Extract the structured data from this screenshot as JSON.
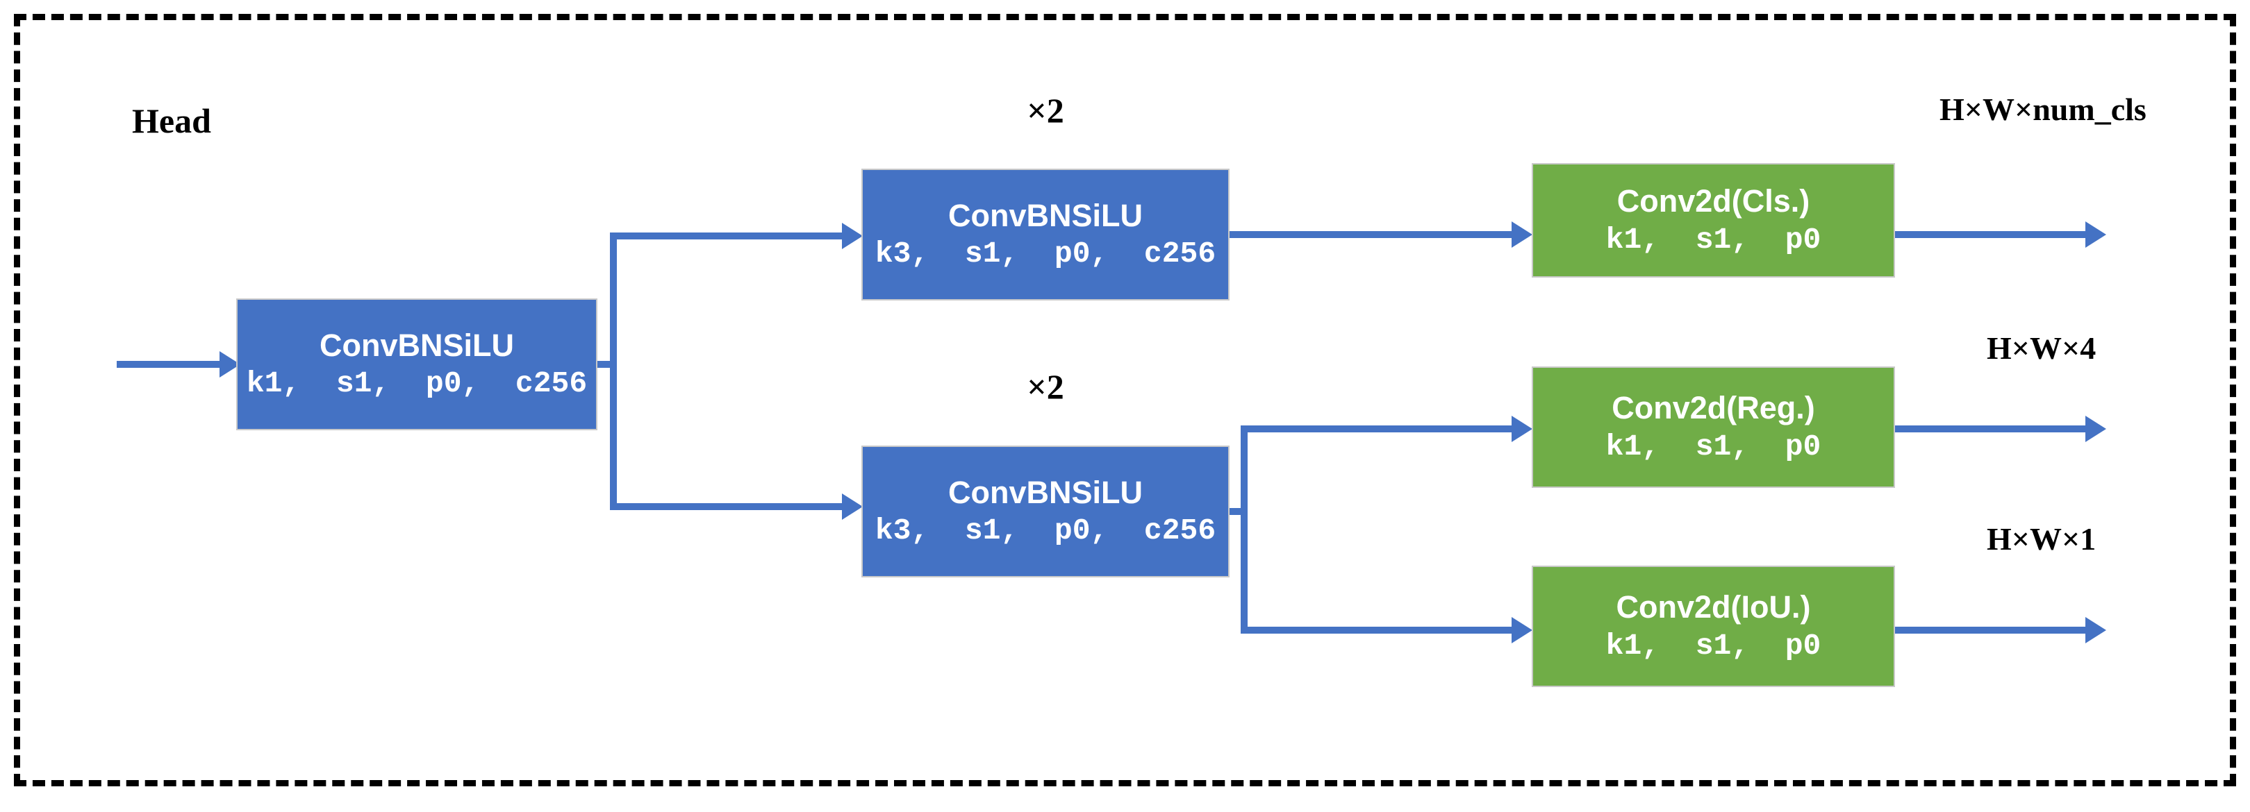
{
  "diagram": {
    "section_title": "Head",
    "frame_style": "dashed",
    "accent_blue": "#4472C4",
    "accent_green": "#70AD47",
    "repeat_labels": {
      "cls_branch": "×2",
      "reg_branch": "×2"
    },
    "nodes": {
      "stem": {
        "title": "ConvBNSiLU",
        "params": "k1,  s1,  p0,  c256",
        "color": "blue"
      },
      "cls_trunk": {
        "title": "ConvBNSiLU",
        "params": "k3,  s1,  p0,  c256",
        "color": "blue"
      },
      "reg_trunk": {
        "title": "ConvBNSiLU",
        "params": "k3,  s1,  p0,  c256",
        "color": "blue"
      },
      "cls_head": {
        "title": "Conv2d(Cls.)",
        "params": "k1,  s1,  p0",
        "color": "green"
      },
      "reg_head": {
        "title": "Conv2d(Reg.)",
        "params": "k1,  s1,  p0",
        "color": "green"
      },
      "iou_head": {
        "title": "Conv2d(IoU.)",
        "params": "k1,  s1,  p0",
        "color": "green"
      }
    },
    "outputs": {
      "cls": "H×W×num_cls",
      "reg": "H×W×4",
      "iou": "H×W×1"
    }
  }
}
